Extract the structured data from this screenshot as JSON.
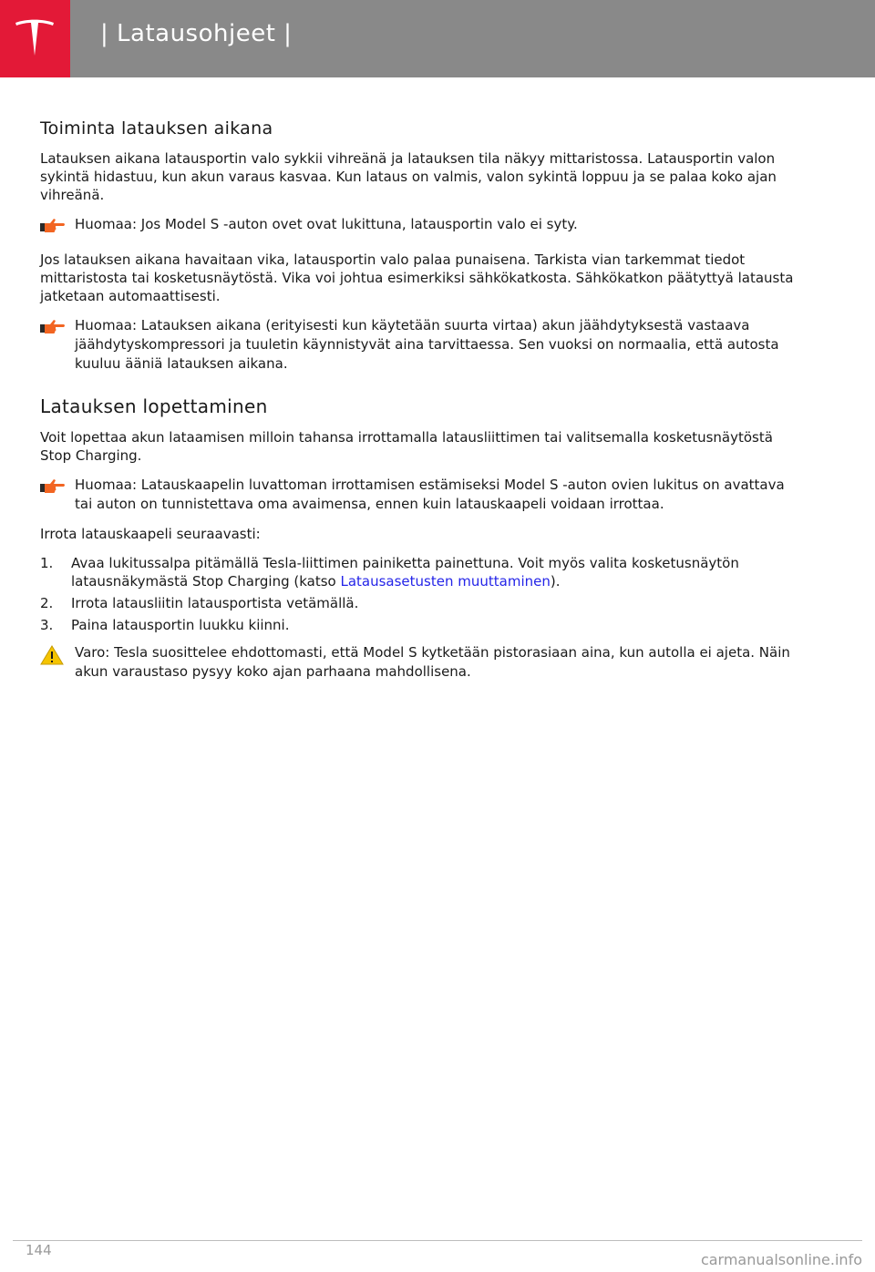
{
  "header": {
    "title": "| Latausohjeet |"
  },
  "section1": {
    "heading": "Toiminta latauksen aikana",
    "p1": "Latauksen aikana latausportin valo sykkii vihreänä ja latauksen tila näkyy mittaristossa. Latausportin valon sykintä hidastuu, kun akun varaus kasvaa. Kun lataus on valmis, valon sykintä loppuu ja se palaa koko ajan vihreänä.",
    "note1": "Huomaa: Jos Model S -auton ovet ovat lukittuna, latausportin valo ei syty.",
    "p2": "Jos latauksen aikana havaitaan vika, latausportin valo palaa punaisena. Tarkista vian tarkemmat tiedot mittaristosta tai kosketusnäytöstä. Vika voi johtua esimerkiksi sähkökatkosta. Sähkökatkon päätyttyä latausta jatketaan automaattisesti.",
    "note2": "Huomaa: Latauksen aikana (erityisesti kun käytetään suurta virtaa) akun jäähdytyksestä vastaava jäähdytyskompressori ja tuuletin käynnistyvät aina tarvittaessa. Sen vuoksi on normaalia, että autosta kuuluu ääniä latauksen aikana."
  },
  "section2": {
    "heading": "Latauksen lopettaminen",
    "p1": "Voit lopettaa akun lataamisen milloin tahansa irrottamalla latausliittimen tai valitsemalla kosketusnäytöstä Stop Charging.",
    "note1": "Huomaa: Latauskaapelin luvattoman irrottamisen estämiseksi Model S -auton ovien lukitus on avattava tai auton on tunnistettava oma avaimensa, ennen kuin latauskaapeli voidaan irrottaa.",
    "p2": "Irrota latauskaapeli seuraavasti:",
    "steps": [
      {
        "num": "1.",
        "text_before": "Avaa lukitussalpa pitämällä Tesla-liittimen painiketta painettuna. Voit myös valita kosketusnäytön latausnäkymästä Stop Charging (katso ",
        "link": "Latausasetusten muuttaminen",
        "text_after": ")."
      },
      {
        "num": "2.",
        "text": "Irrota latausliitin latausportista vetämällä."
      },
      {
        "num": "3.",
        "text": "Paina latausportin luukku kiinni."
      }
    ],
    "warning": "Varo: Tesla suosittelee ehdottomasti, että Model S kytketään pistorasiaan aina, kun autolla ei ajeta. Näin akun varaustaso pysyy koko ajan parhaana mahdollisena."
  },
  "footer": {
    "page_number": "144",
    "watermark": "carmanualsonline.info"
  },
  "icons": {
    "logo": "tesla-logo-icon",
    "note": "pointing-hand-icon",
    "warning": "warning-triangle-icon"
  },
  "colors": {
    "logo_bg": "#e31937",
    "header_bg": "#898989",
    "link": "#2424e8",
    "note_icon": "#f26522",
    "warning_icon": "#f5c400"
  }
}
